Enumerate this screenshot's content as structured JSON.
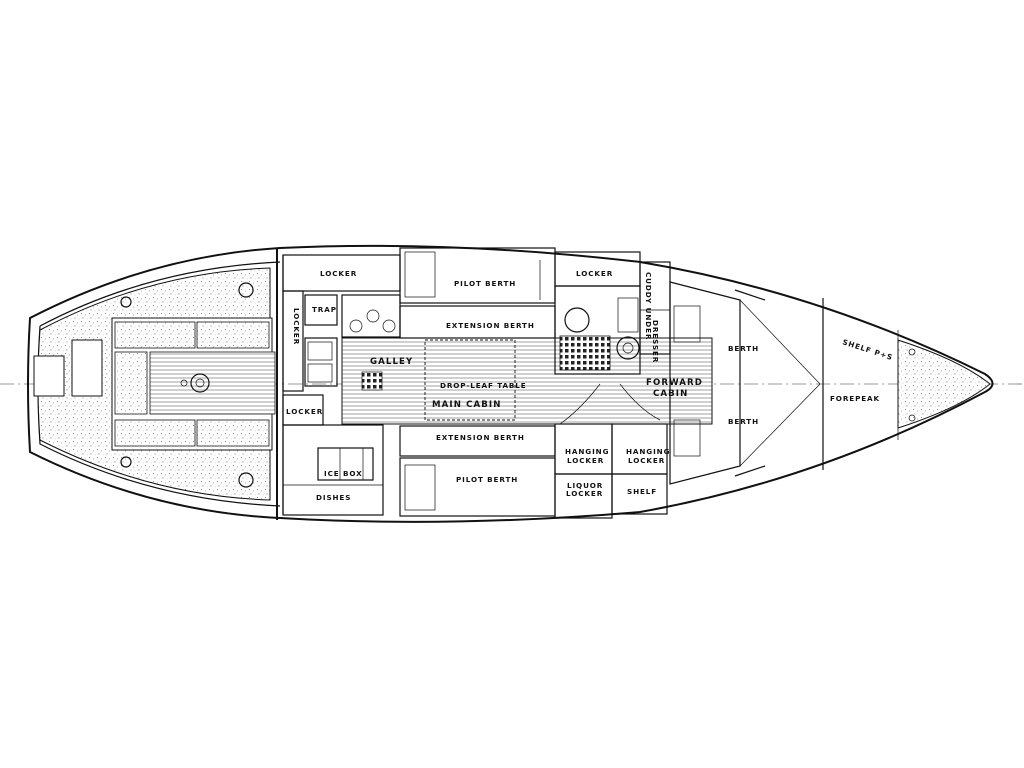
{
  "colors": {
    "ink": "#111111",
    "paper": "#ffffff",
    "speckle": "#d9d9d9"
  },
  "labels": {
    "locker_aft": "LOCKER",
    "locker_port": "LOCKER",
    "locker_side": "LOCKER",
    "trap": "TRAP",
    "galley": "GALLEY",
    "ice_box": "ICE BOX",
    "dishes": "DISHES",
    "pilot_berth_top": "PILOT BERTH",
    "pilot_berth_bottom": "PILOT BERTH",
    "extension_berth_top": "EXTENSION BERTH",
    "extension_berth_bottom": "EXTENSION BERTH",
    "drop_leaf_table": "DROP-LEAF TABLE",
    "main_cabin": "MAIN CABIN",
    "locker_fwd": "LOCKER",
    "cuddy_under": "CUDDY UNDER",
    "dresser": "DRESSER",
    "forward_cabin_1": "FORWARD",
    "forward_cabin_2": "CABIN",
    "berth_top": "BERTH",
    "berth_bottom": "BERTH",
    "hanging_locker_1a": "HANGING",
    "hanging_locker_1b": "LOCKER",
    "hanging_locker_2a": "HANGING",
    "hanging_locker_2b": "LOCKER",
    "liquor_locker_a": "LIQUOR",
    "liquor_locker_b": "LOCKER",
    "shelf_bottom": "SHELF",
    "shelf_ps": "SHELF P+S",
    "forepeak": "FOREPEAK"
  }
}
